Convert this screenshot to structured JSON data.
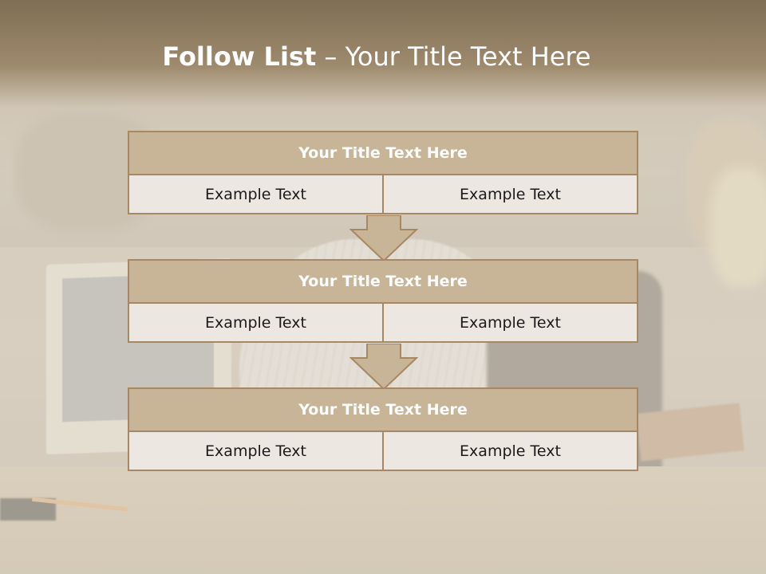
{
  "slide": {
    "title_bold": "Follow List",
    "title_rest": " – Your Title Text Here"
  },
  "blocks": [
    {
      "title": "Your Title Text Here",
      "left": "Example Text",
      "right": "Example Text"
    },
    {
      "title": "Your Title Text Here",
      "left": "Example Text",
      "right": "Example Text"
    },
    {
      "title": "Your Title Text Here",
      "left": "Example Text",
      "right": "Example Text"
    }
  ],
  "colors": {
    "header_fill": "#c8b497",
    "border": "#a68862",
    "cell_fill": "#ede7e1",
    "arrow_fill": "#c8b497"
  }
}
